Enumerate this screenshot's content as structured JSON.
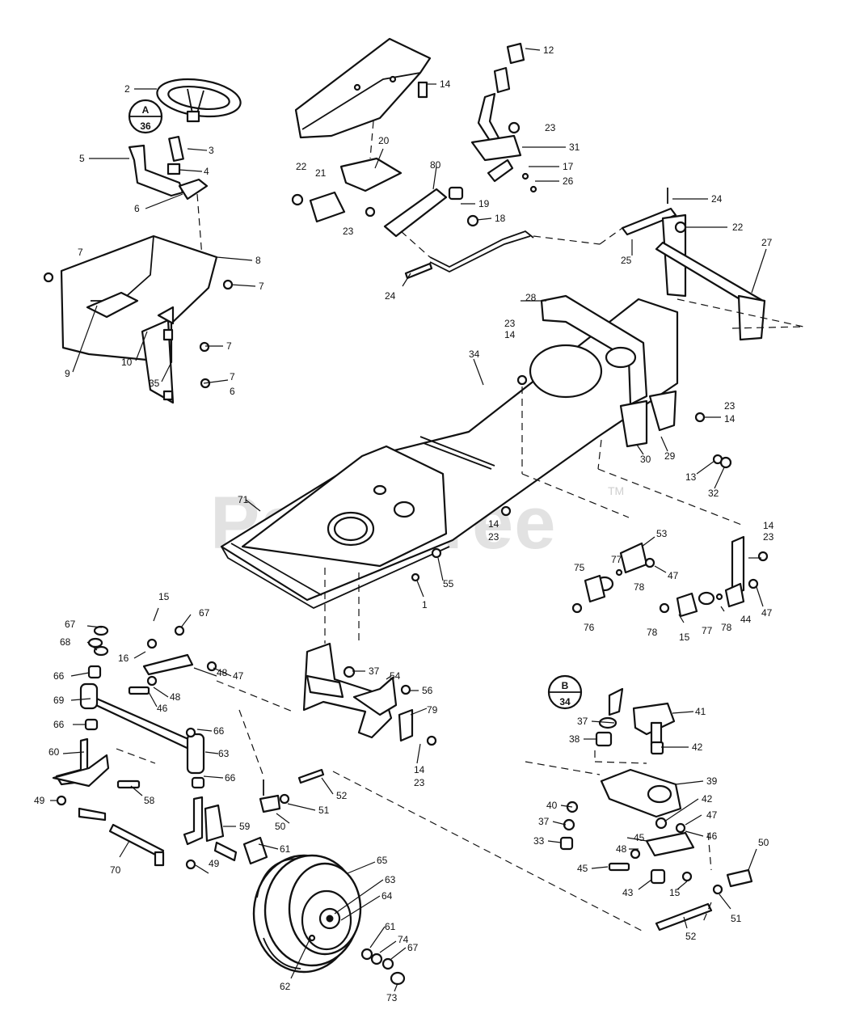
{
  "watermark": {
    "text": "PartsTree",
    "mark": "TM"
  },
  "badges": [
    {
      "letter": "A",
      "number": "36"
    },
    {
      "letter": "B",
      "number": "34"
    }
  ],
  "callouts": [
    "2",
    "3",
    "4",
    "5",
    "6",
    "7",
    "8",
    "7",
    "7",
    "7",
    "6",
    "9",
    "10",
    "35",
    "12",
    "14",
    "20",
    "22",
    "21",
    "23",
    "80",
    "19",
    "18",
    "24",
    "23",
    "31",
    "17",
    "26",
    "24",
    "22",
    "25",
    "27",
    "28",
    "23",
    "14",
    "34",
    "23",
    "14",
    "30",
    "29",
    "13",
    "32",
    "71",
    "14",
    "23",
    "1",
    "55",
    "53",
    "77",
    "47",
    "75",
    "78",
    "76",
    "14",
    "23",
    "78",
    "15",
    "77",
    "78",
    "44",
    "47",
    "15",
    "67",
    "67",
    "68",
    "16",
    "47",
    "66",
    "48",
    "48",
    "69",
    "46",
    "66",
    "66",
    "60",
    "63",
    "66",
    "58",
    "49",
    "70",
    "59",
    "49",
    "37",
    "54",
    "56",
    "79",
    "14",
    "23",
    "50",
    "51",
    "52",
    "61",
    "65",
    "63",
    "64",
    "62",
    "61",
    "74",
    "67",
    "73",
    "41",
    "37",
    "38",
    "42",
    "39",
    "40",
    "42",
    "47",
    "37",
    "46",
    "45",
    "33",
    "48",
    "45",
    "43",
    "15",
    "50",
    "51",
    "52"
  ],
  "colors": {
    "ink": "#111111",
    "paper": "#ffffff",
    "watermark": "#d9d9d9"
  }
}
